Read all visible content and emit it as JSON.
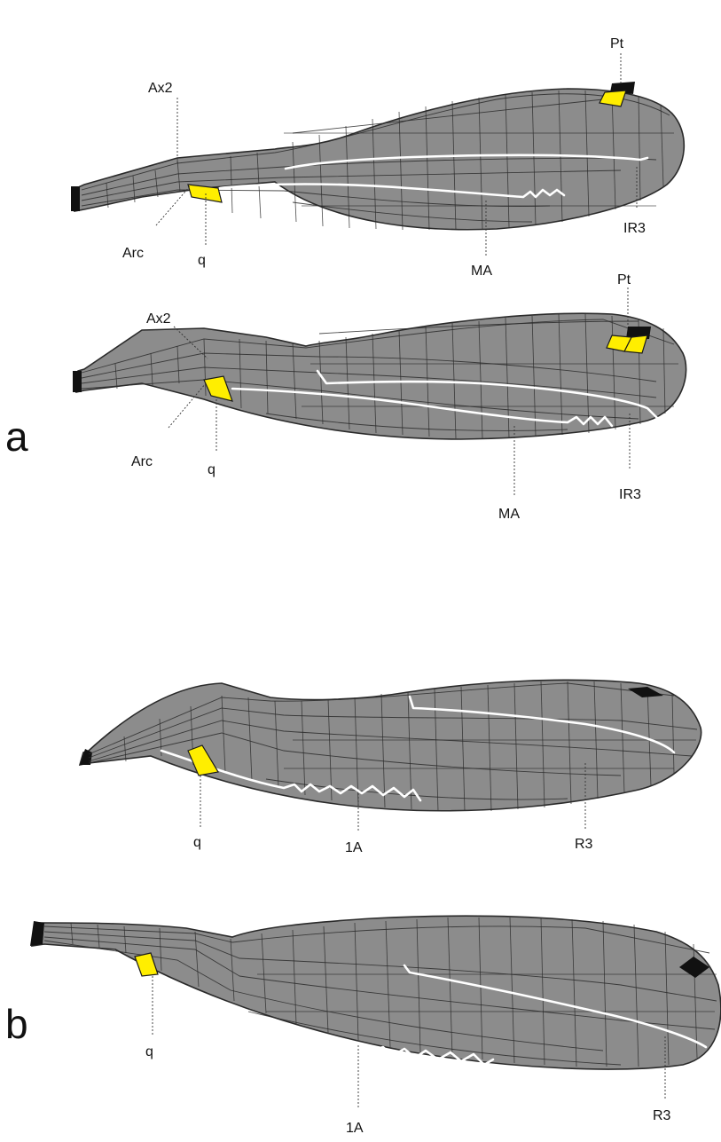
{
  "panels": [
    {
      "label": "a"
    },
    {
      "label": "b"
    }
  ],
  "labels": {
    "pt": "Pt",
    "ax2": "Ax2",
    "arc": "Arc",
    "q": "q",
    "ma": "MA",
    "ir3": "IR3",
    "one_a": "1A",
    "r3": "R3"
  },
  "colors": {
    "membrane": "#8c8c8c",
    "quadrangle": "#ffee00",
    "pterostigma": "#111111",
    "highlight_vein": "#ffffff"
  }
}
